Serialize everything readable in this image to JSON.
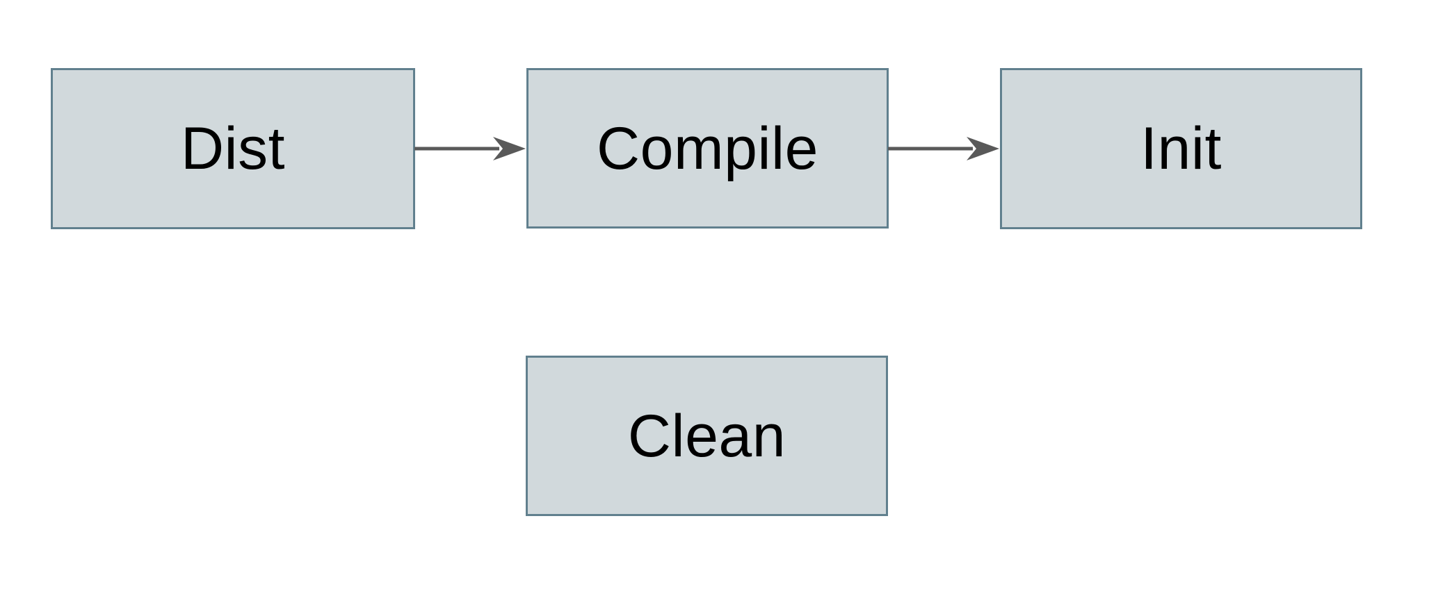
{
  "diagram": {
    "nodes": [
      {
        "id": "dist",
        "label": "Dist"
      },
      {
        "id": "compile",
        "label": "Compile"
      },
      {
        "id": "init",
        "label": "Init"
      },
      {
        "id": "clean",
        "label": "Clean"
      }
    ],
    "edges": [
      {
        "from": "Dist",
        "to": "Compile"
      },
      {
        "from": "Compile",
        "to": "Init"
      }
    ],
    "colors": {
      "node_fill": "#d1d9dc",
      "node_border": "#61808e",
      "arrow": "#595959",
      "text": "#000000",
      "background": "#ffffff"
    }
  }
}
